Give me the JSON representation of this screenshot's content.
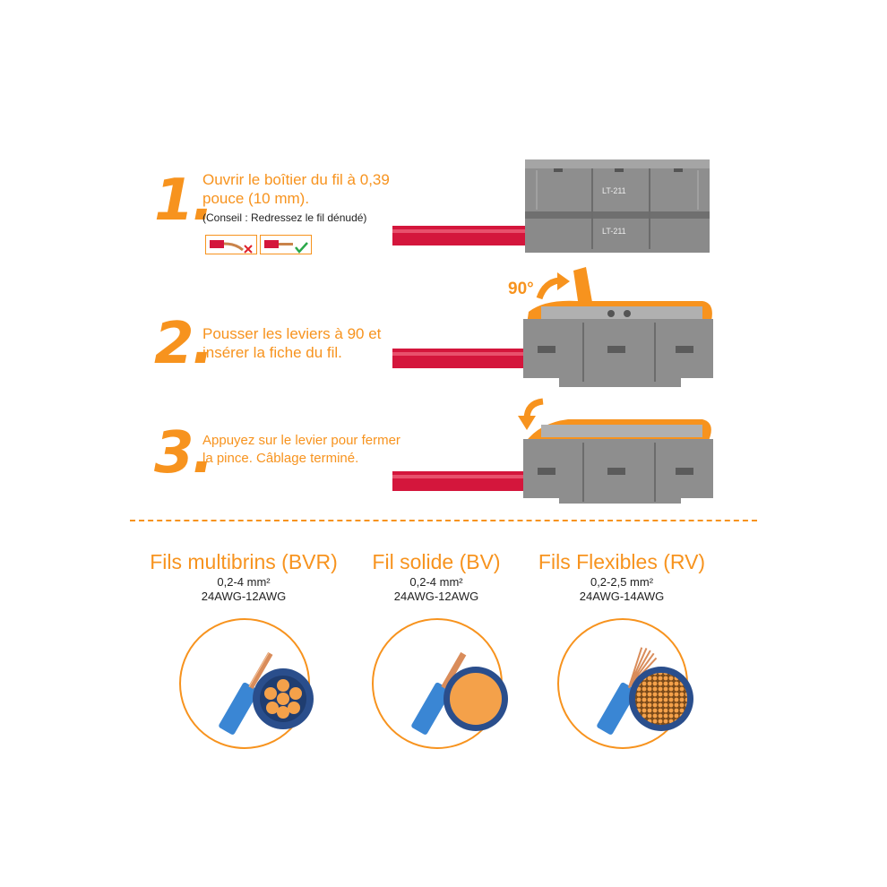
{
  "steps": [
    {
      "number": "1.",
      "text_line1": "Ouvrir le boîtier du fil à 0,39",
      "text_line2": "pouce (10 mm).",
      "hint": "(Conseil : Redressez le fil dénudé)"
    },
    {
      "number": "2.",
      "text_line1": "Pousser les leviers à 90 et",
      "text_line2": "insérer la fiche du fil."
    },
    {
      "number": "3.",
      "text_line1": "Appuyez sur le levier pour fermer",
      "text_line2": "la pince. Câblage terminé."
    }
  ],
  "connector_label": "LT-211",
  "angle_label": "90°",
  "wires": [
    {
      "title": "Fils multibrins (BVR)",
      "spec1": "0,2-4 mm²",
      "spec2": "24AWG-12AWG"
    },
    {
      "title": "Fil solide (BV)",
      "spec1": "0,2-4 mm²",
      "spec2": "24AWG-12AWG"
    },
    {
      "title": "Fils Flexibles (RV)",
      "spec1": "0,2-2,5 mm²",
      "spec2": "24AWG-14AWG"
    }
  ],
  "colors": {
    "accent": "#f7931e",
    "connector": "#8e8e8e",
    "wire_red": "#d4163c",
    "insulation_blue": "#3a86d4",
    "core_bg": "#2a4e8c",
    "copper": "#f4a14a"
  }
}
